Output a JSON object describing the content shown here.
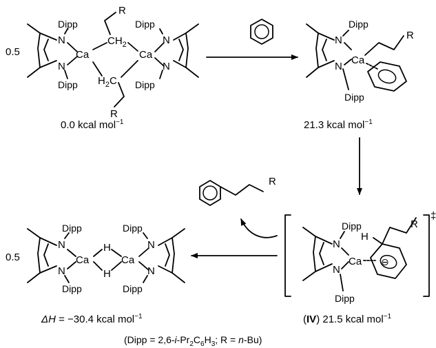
{
  "atoms": {
    "N": "N",
    "Ca": "Ca",
    "H": "H",
    "Dipp": "Dipp",
    "R": "R",
    "CH2": "CH",
    "CH2_sub": "2",
    "H2C_H": "H",
    "H2C_sub": "2",
    "H2C_C": "C"
  },
  "stoich": "0.5",
  "energies": {
    "e1": "0.0 kcal mol",
    "e2": "21.3 kcal mol",
    "e3_roman": "IV",
    "e3": " 21.5 kcal mol",
    "e4_prefix": "ΔH",
    "e4": " = −30.4 kcal mol",
    "exp": "−1"
  },
  "ts_mark": "‡",
  "charge": "⊖",
  "footnote": {
    "part1": "(Dipp = 2,6-",
    "i": "i",
    "part2": "-Pr",
    "sub2": "2",
    "part3": "C",
    "sub6": "6",
    "part4": "H",
    "sub3": "3",
    "part5": "; R = ",
    "n": "n",
    "part6": "-Bu)"
  }
}
